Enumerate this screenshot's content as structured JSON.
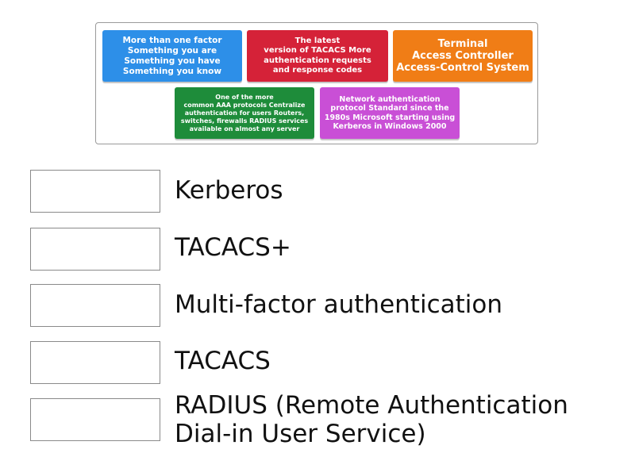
{
  "colors": {
    "blue": "#2d8fe8",
    "red": "#d52238",
    "orange": "#f07d16",
    "green": "#1e8c3a",
    "purple": "#c94fd6"
  },
  "cards": [
    {
      "text": "More than one factor\nSomething you are\nSomething you have\nSomething you know",
      "color": "blue"
    },
    {
      "text": "The latest\nversion of TACACS More\nauthentication requests\nand response codes",
      "color": "red"
    },
    {
      "text": "Terminal\nAccess Controller\nAccess-Control System",
      "color": "orange"
    },
    {
      "text": "One of the more\ncommon AAA protocols Centralize\nauthentication for users Routers,\nswitches, firewalls RADIUS services\navailable on almost any server",
      "color": "green"
    },
    {
      "text": "Network authentication\nprotocol Standard since the\n1980s Microsoft starting using\nKerberos in Windows 2000",
      "color": "purple"
    }
  ],
  "answers": [
    {
      "label": "Kerberos"
    },
    {
      "label": "TACACS+"
    },
    {
      "label": "Multi-factor authentication"
    },
    {
      "label": "TACACS"
    },
    {
      "label": "RADIUS (Remote Authentication\nDial-in User Service)"
    }
  ]
}
